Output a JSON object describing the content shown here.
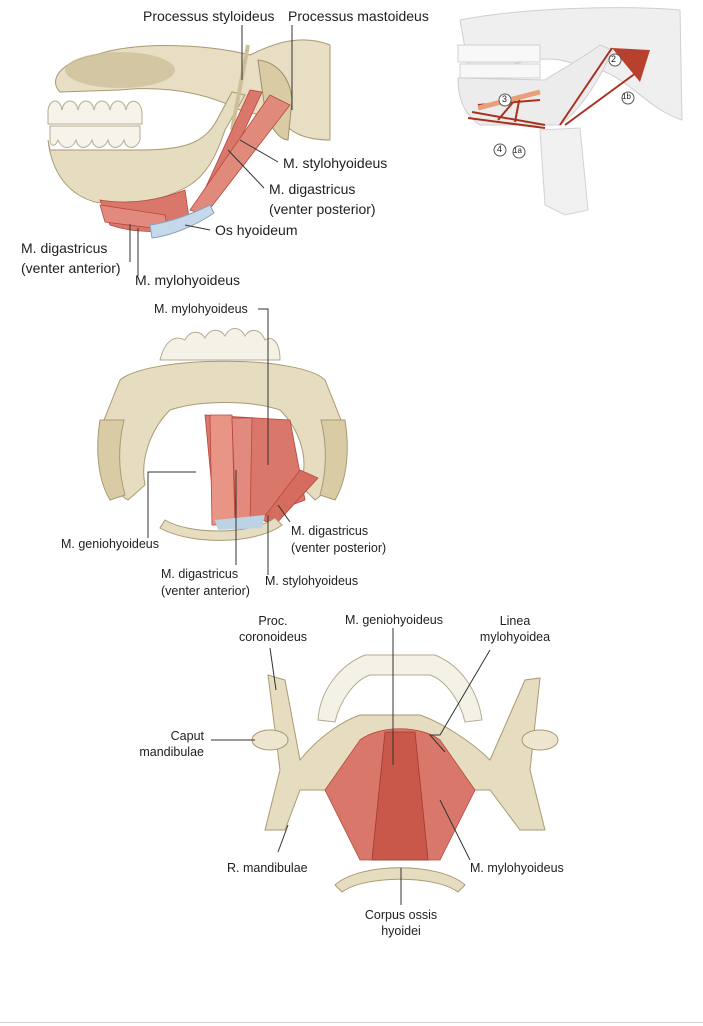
{
  "panel_lateral": {
    "labels": {
      "processus_styloideus": "Processus styloideus",
      "processus_mastoideus": "Processus mastoideus",
      "m_stylohyoideus": "M. stylohyoideus",
      "m_digastricus_vp_1": "M. digastricus",
      "m_digastricus_vp_2": "(venter posterior)",
      "os_hyoideum": "Os hyoideum",
      "m_digastricus_va_1": "M. digastricus",
      "m_digastricus_va_2": "(venter anterior)",
      "m_mylohyoideus": "M. mylohyoideus"
    }
  },
  "panel_schema": {
    "markers": {
      "m2": "2",
      "m1b": "1b",
      "m3": "3",
      "m4": "4",
      "m1a": "1a"
    }
  },
  "panel_inferior": {
    "labels": {
      "m_mylohyoideus": "M. mylohyoideus",
      "m_geniohyoideus": "M. geniohyoideus",
      "m_digastricus_vp_1": "M. digastricus",
      "m_digastricus_vp_2": "(venter posterior)",
      "m_digastricus_va_1": "M. digastricus",
      "m_digastricus_va_2": "(venter anterior)",
      "m_stylohyoideus": "M. stylohyoideus"
    }
  },
  "panel_superior": {
    "labels": {
      "proc_coronoideus_1": "Proc.",
      "proc_coronoideus_2": "coronoideus",
      "m_geniohyoideus": "M. geniohyoideus",
      "linea_mylohyoidea_1": "Linea",
      "linea_mylohyoidea_2": "mylohyoidea",
      "caput_mandibulae_1": "Caput",
      "caput_mandibulae_2": "mandibulae",
      "r_mandibulae": "R. mandibulae",
      "m_mylohyoideus": "M. mylohyoideus",
      "corpus_ossis_hyoidei_1": "Corpus ossis",
      "corpus_ossis_hyoidei_2": "hyoidei"
    }
  },
  "colors": {
    "bone": "#e6dcc0",
    "bone_shade": "#b9ab86",
    "muscle": "#d9776a",
    "muscle_dark": "#b8473d",
    "cartilage": "#bcd3e6",
    "schema_bone": "#eeeeee",
    "schema_line": "#a8321f"
  }
}
